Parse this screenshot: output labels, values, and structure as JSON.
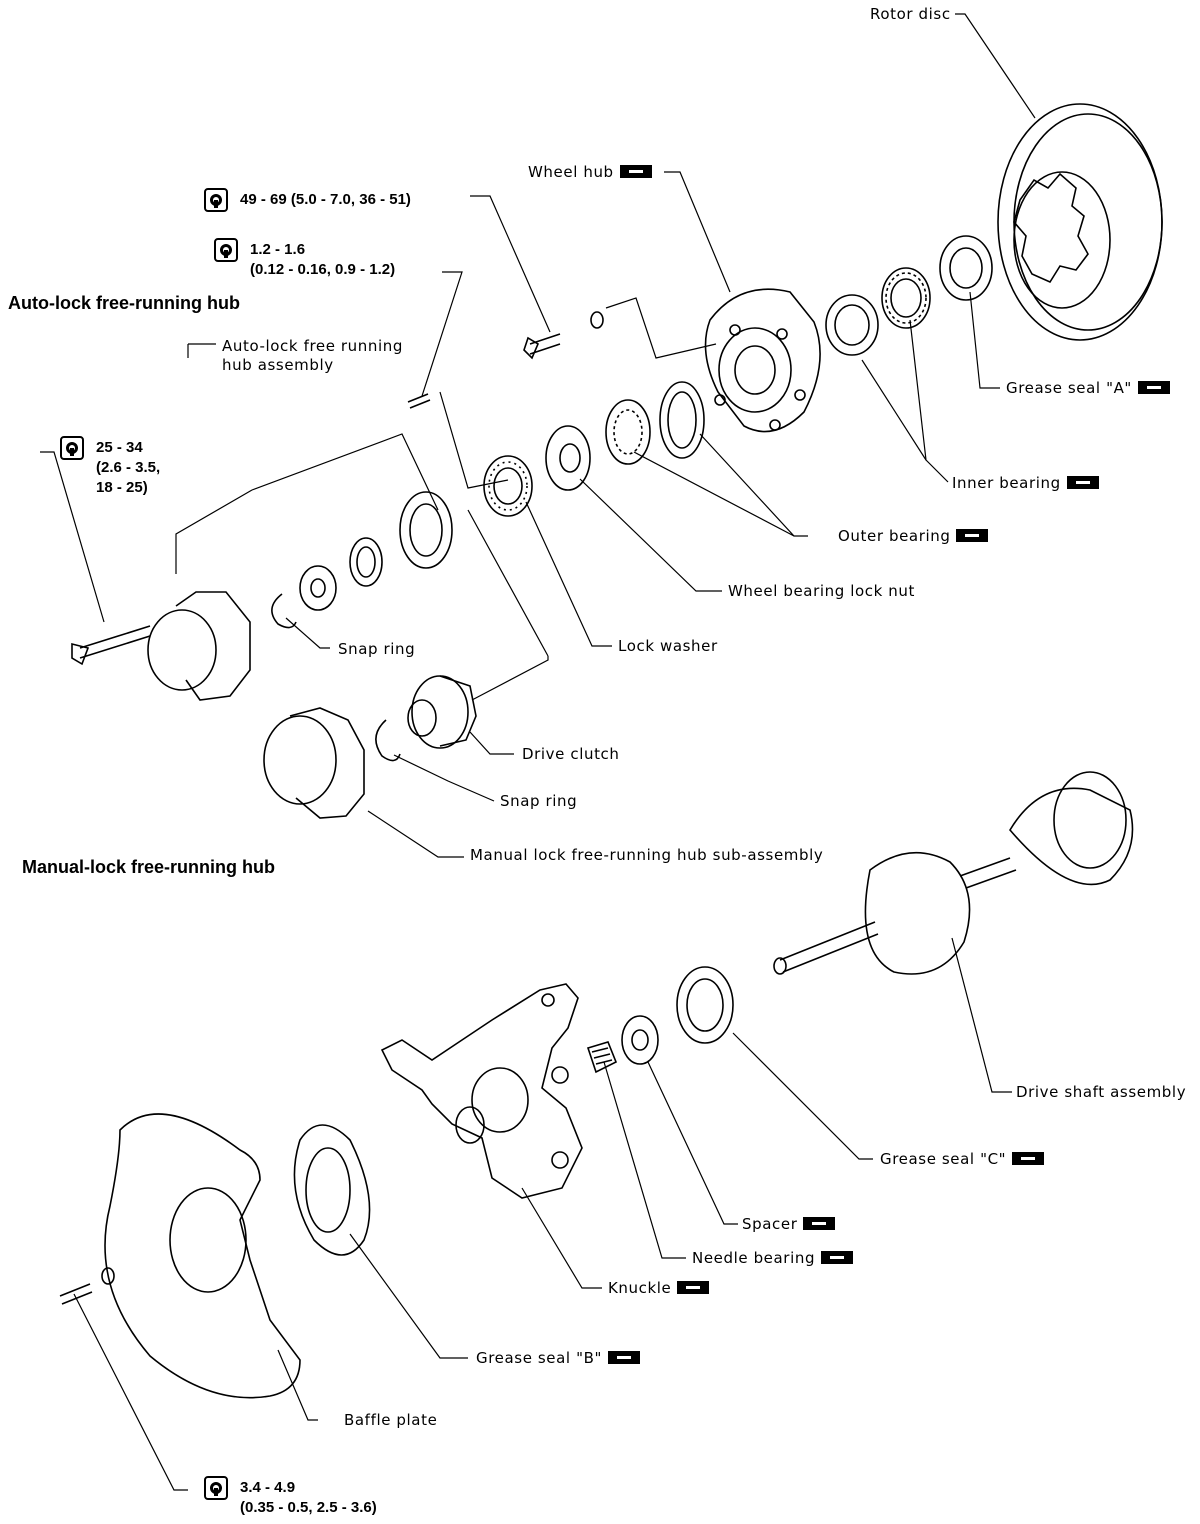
{
  "headings": {
    "auto_lock": "Auto-lock free-running hub",
    "manual_lock": "Manual-lock free-running hub"
  },
  "labels": {
    "rotor_disc": "Rotor disc",
    "wheel_hub": "Wheel hub",
    "auto_lock_assembly_1": "Auto-lock free running",
    "auto_lock_assembly_2": "hub assembly",
    "grease_seal_a": "Grease seal \"A\"",
    "inner_bearing": "Inner bearing",
    "outer_bearing": "Outer bearing",
    "wheel_bearing_lock_nut": "Wheel bearing lock nut",
    "lock_washer": "Lock washer",
    "snap_ring_1": "Snap ring",
    "drive_clutch": "Drive clutch",
    "snap_ring_2": "Snap ring",
    "manual_lock_sub_assembly": "Manual lock free-running hub sub-assembly",
    "drive_shaft_assembly": "Drive shaft assembly",
    "grease_seal_c": "Grease seal \"C\"",
    "spacer": "Spacer",
    "needle_bearing": "Needle bearing",
    "knuckle": "Knuckle",
    "grease_seal_b": "Grease seal \"B\"",
    "baffle_plate": "Baffle plate"
  },
  "torques": {
    "wheel_hub_bolt": {
      "line1": "49 - 69 (5.0 - 7.0, 36 - 51)"
    },
    "hub_screw": {
      "line1": "1.2 - 1.6",
      "line2": "(0.12 - 0.16, 0.9 - 1.2)"
    },
    "hub_bolt": {
      "line1": "25 - 34",
      "line2": "(2.6 - 3.5,",
      "line3": "18 - 25)"
    },
    "baffle_bolt": {
      "line1": "3.4 - 4.9",
      "line2": "(0.35 - 0.5, 2.5 - 3.6)"
    }
  }
}
